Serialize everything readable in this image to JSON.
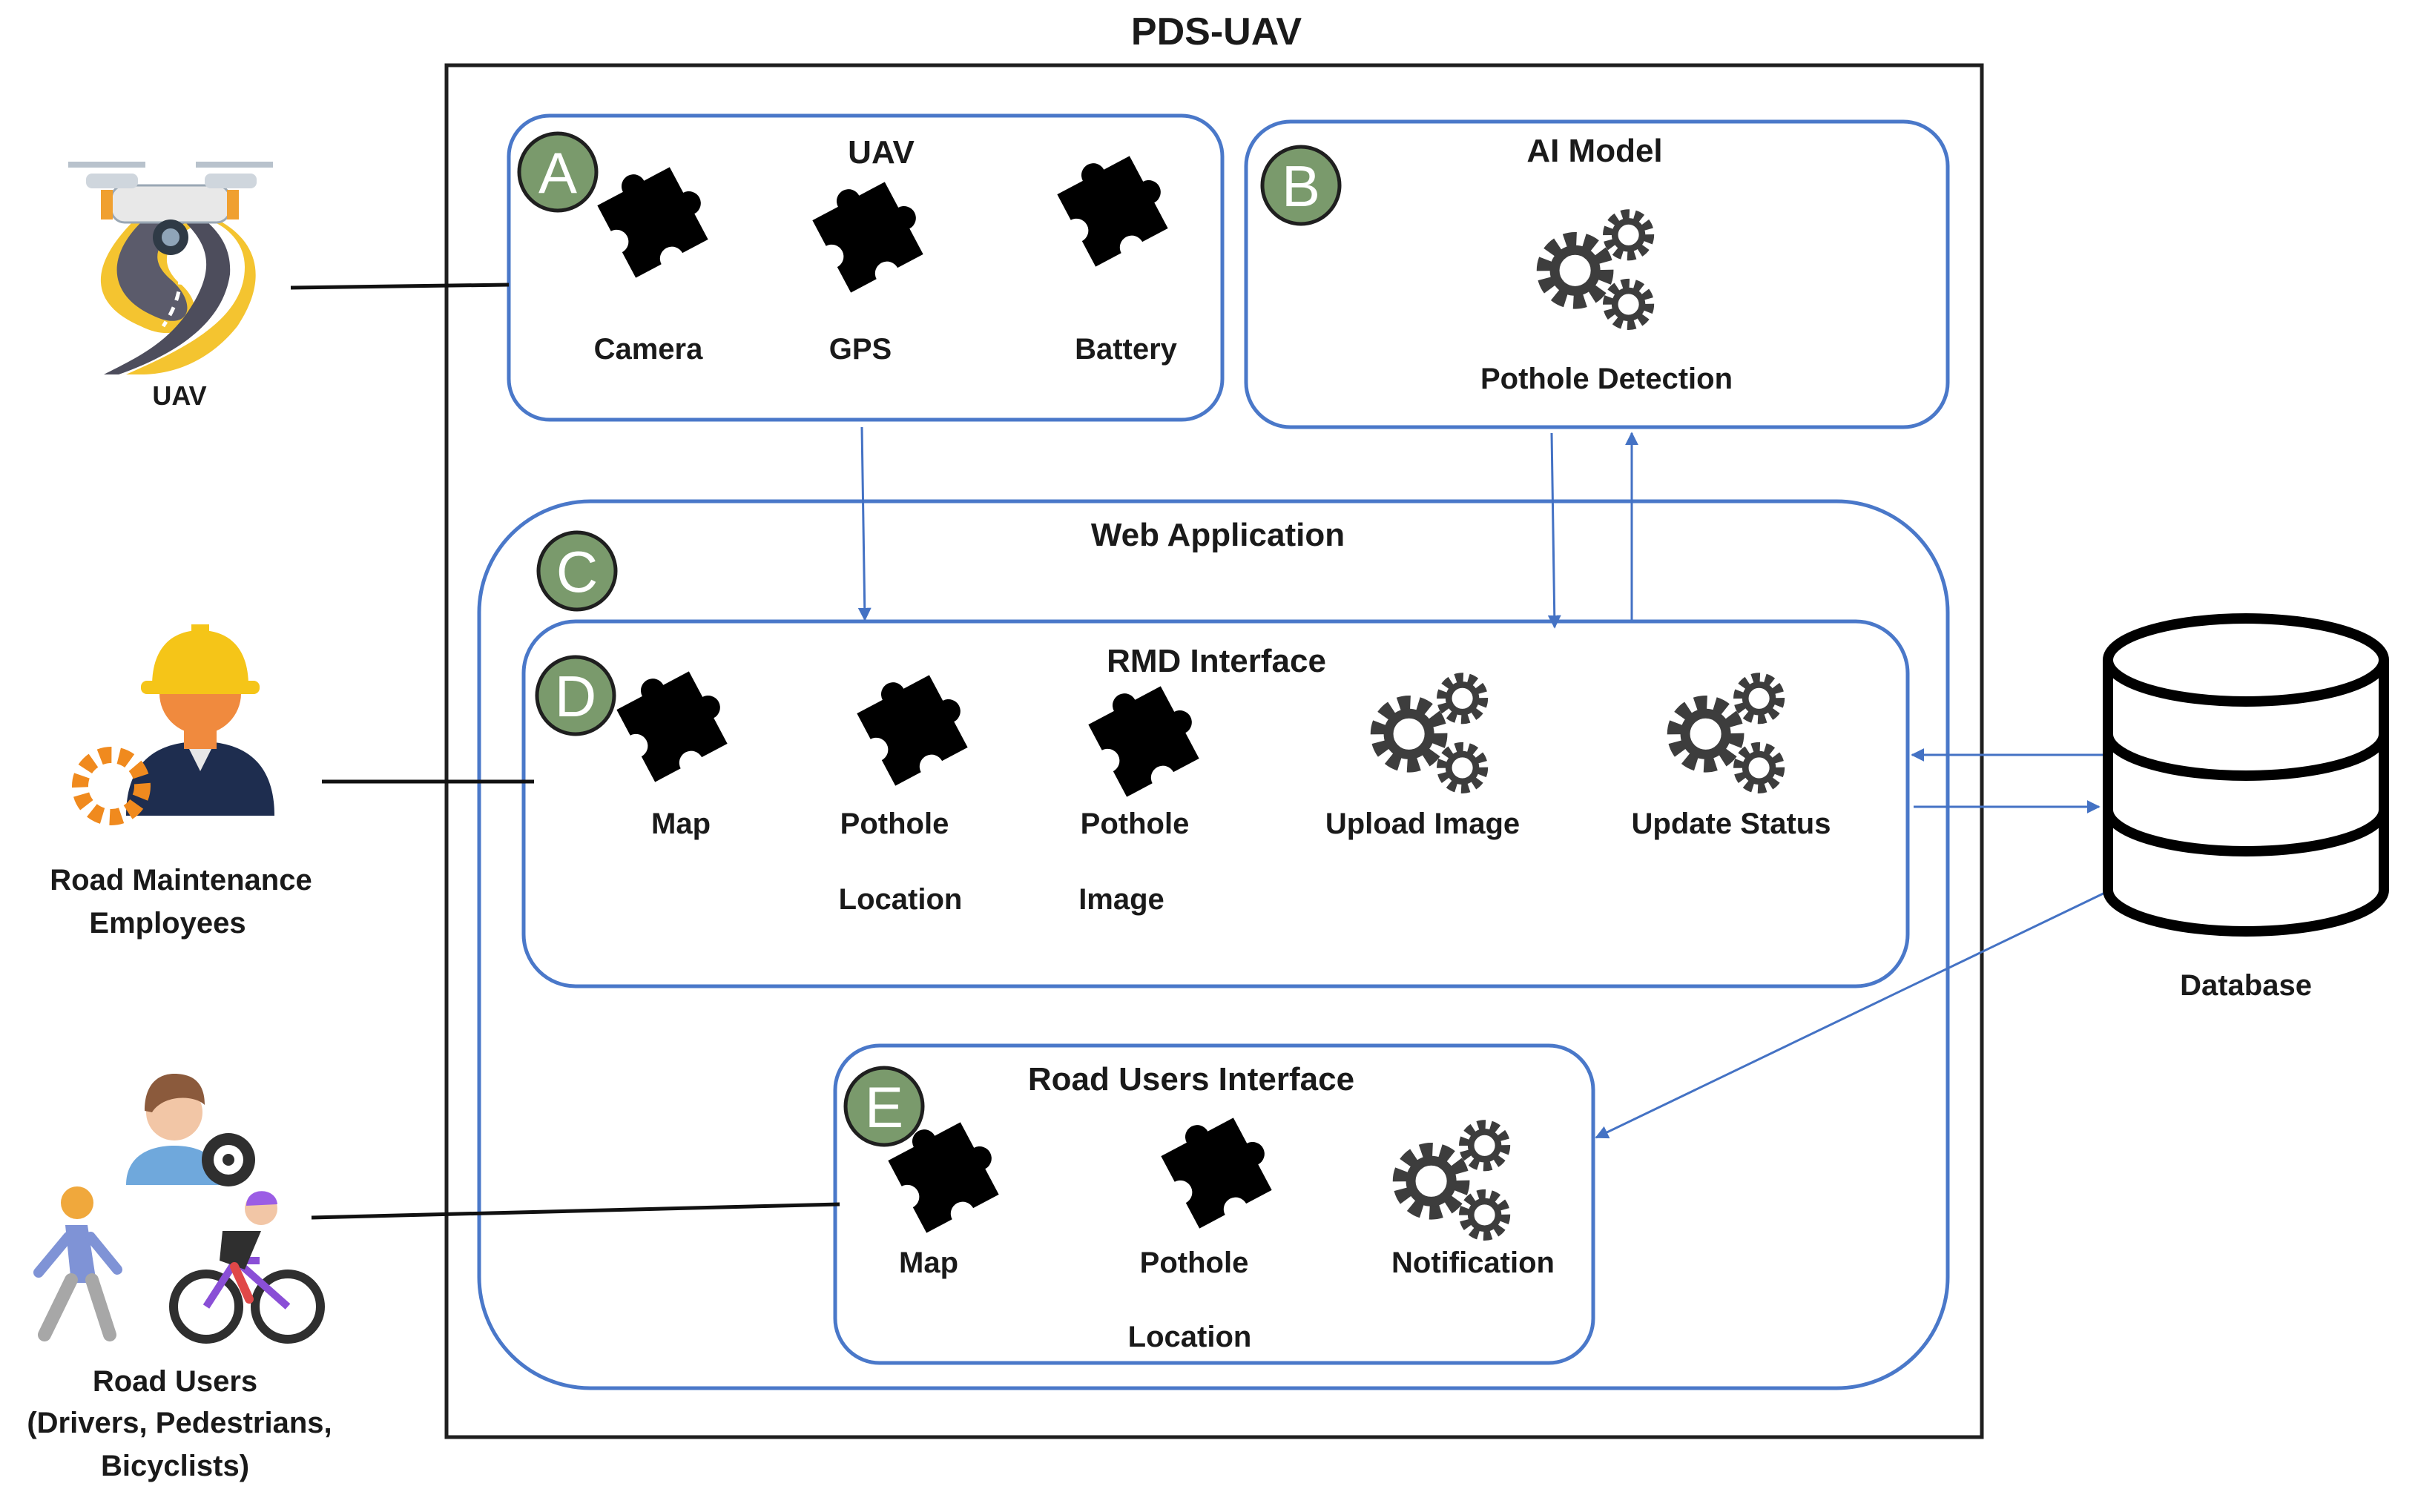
{
  "title": "PDS-UAV",
  "colors": {
    "box_border": "#4a78c9",
    "badge_fill": "#7a9a6c",
    "arrow": "#4472c4",
    "outer_border": "#1f1f1f"
  },
  "actors": {
    "uav": {
      "label": "UAV",
      "icon": "drone-road-icon"
    },
    "employees": {
      "line1": "Road Maintenance",
      "line2": "Employees",
      "icon": "worker-gear-icon"
    },
    "road_users": {
      "line1": "Road Users",
      "line2": "(Drivers, Pedestrians,",
      "line3": "Bicyclists)",
      "icon": "road-users-icon"
    },
    "database": {
      "label": "Database",
      "icon": "database-icon"
    }
  },
  "uav_box": {
    "badge": "A",
    "title": "UAV",
    "items": {
      "camera": "Camera",
      "gps": "GPS",
      "battery": "Battery"
    }
  },
  "ai_box": {
    "badge": "B",
    "title": "AI Model",
    "item": "Pothole Detection"
  },
  "web_box": {
    "badge": "C",
    "title": "Web Application"
  },
  "rmd_box": {
    "badge": "D",
    "title": "RMD Interface",
    "items": {
      "map": "Map",
      "pothole_location_l1": "Pothole",
      "pothole_location_l2": "Location",
      "pothole_image_l1": "Pothole",
      "pothole_image_l2": "Image",
      "upload_image": "Upload Image",
      "update_status": "Update Status"
    }
  },
  "ru_box": {
    "badge": "E",
    "title": "Road Users Interface",
    "items": {
      "map": "Map",
      "pothole_location_l1": "Pothole",
      "pothole_location_l2": "Location",
      "notification": "Notification"
    }
  }
}
